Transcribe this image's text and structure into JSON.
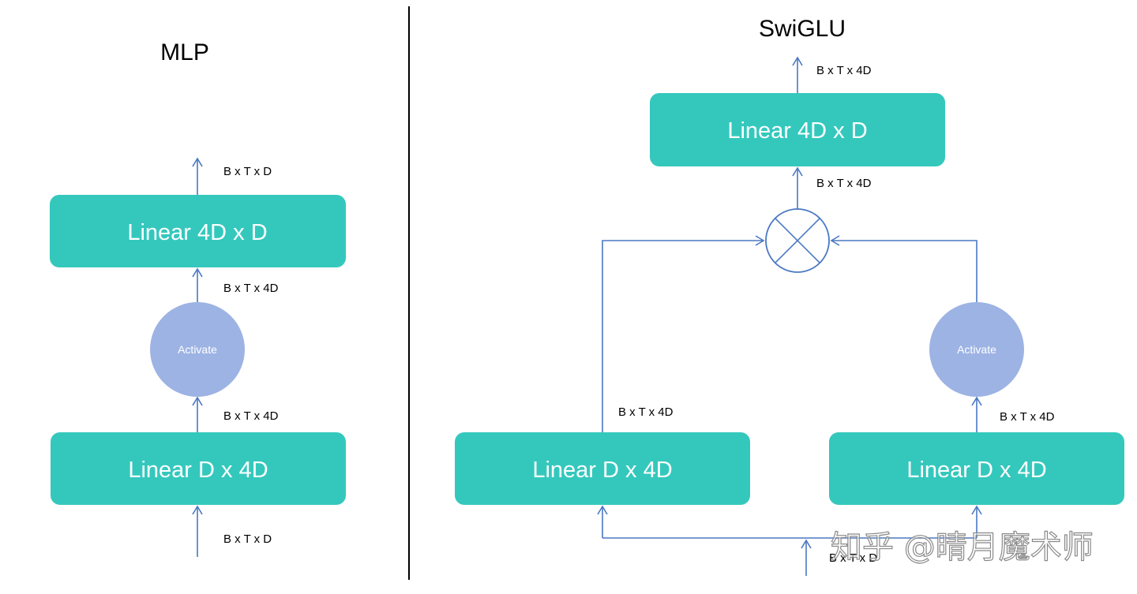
{
  "mlp": {
    "title": "MLP",
    "output_dim": "B x T x D",
    "top_linear": "Linear 4D x D",
    "mid_dim_upper": "B x T x 4D",
    "activate": "Activate",
    "mid_dim_lower": "B x T x 4D",
    "bottom_linear": "Linear D x 4D",
    "input_dim": "B x T x D"
  },
  "swiglu": {
    "title": "SwiGLU",
    "output_dim": "B x T x 4D",
    "top_linear": "Linear 4D x D",
    "product_dim": "B x T x 4D",
    "left_branch_dim": "B x T x 4D",
    "left_linear": "Linear D x 4D",
    "activate": "Activate",
    "right_branch_dim": "B x T x 4D",
    "right_linear": "Linear D x 4D",
    "input_dim": "B x T x D"
  },
  "watermark": "知乎 @晴月魔术师",
  "colors": {
    "box": "#34c8bd",
    "activate": "#9db3e4",
    "line": "#4a78c2"
  }
}
